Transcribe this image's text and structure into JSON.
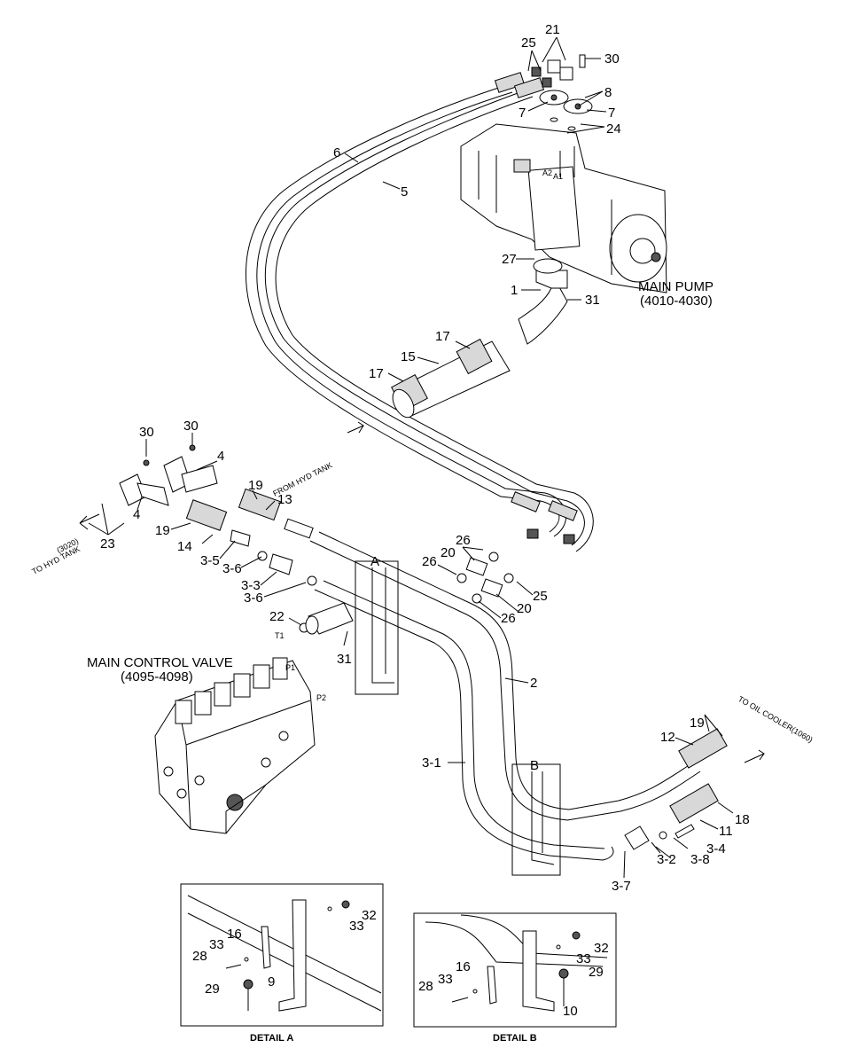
{
  "diagram": {
    "components": {
      "main_pump": [
        "MAIN PUMP",
        "(4010-4030)"
      ],
      "main_control_valve": [
        "MAIN CONTROL VALVE",
        "(4095-4098)"
      ],
      "to_hyd_tank": [
        "TO HYD TANK",
        "(3020)"
      ],
      "from_hyd_tank": "FROM HYD TANK",
      "to_oil_cooler": "TO OIL COOLER(1060)",
      "port_labels": [
        "A1",
        "A2",
        "P1",
        "P2",
        "T1"
      ]
    },
    "callouts": {
      "main": [
        "21",
        "25",
        "30",
        "8",
        "7",
        "7",
        "24",
        "6",
        "5",
        "27",
        "1",
        "31",
        "17",
        "15",
        "17",
        "30",
        "30",
        "4",
        "4",
        "23",
        "19",
        "13",
        "19",
        "14",
        "3-5",
        "3-6",
        "3-3",
        "3-6",
        "22",
        "31",
        "26",
        "20",
        "26",
        "25",
        "20",
        "26",
        "2",
        "3-1",
        "12",
        "19",
        "18",
        "11",
        "3-4",
        "3-8",
        "3-2",
        "3-7"
      ],
      "sections": [
        "A",
        "B"
      ]
    },
    "details": [
      {
        "title": "DETAIL A",
        "callouts": [
          "32",
          "33",
          "16",
          "33",
          "28",
          "9",
          "29"
        ]
      },
      {
        "title": "DETAIL B",
        "callouts": [
          "32",
          "33",
          "16",
          "33",
          "28",
          "29",
          "10"
        ]
      }
    ]
  }
}
